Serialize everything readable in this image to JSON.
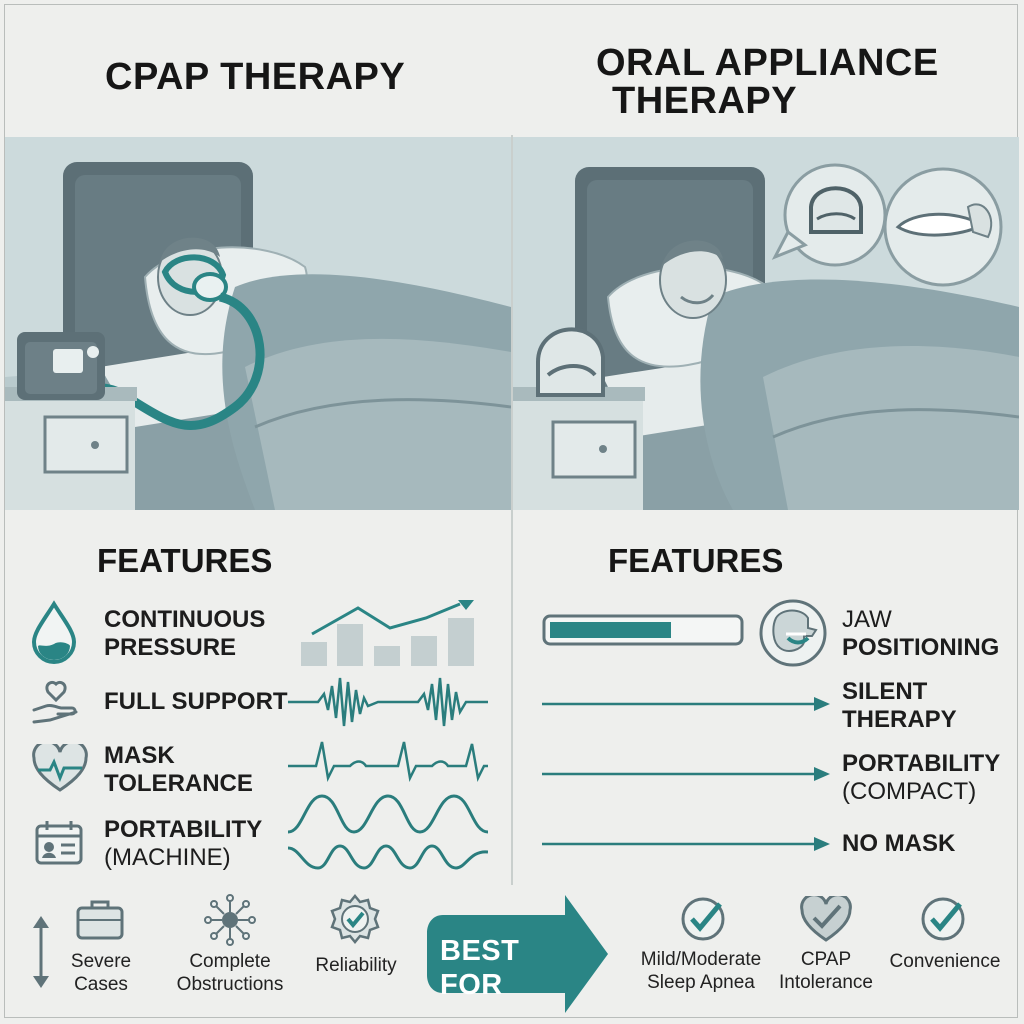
{
  "left": {
    "title": "CPAP THERAPY",
    "features_heading": "FEATURES",
    "features": [
      {
        "line1": "CONTINUOUS",
        "line2": "PRESSURE",
        "icon": "water-drop-icon"
      },
      {
        "line1": "FULL SUPPORT",
        "line2": "",
        "icon": "hand-heart-icon"
      },
      {
        "line1": "MASK",
        "line2": "TOLERANCE",
        "icon": "heart-pulse-icon"
      },
      {
        "line1": "PORTABILITY",
        "line2": "(MACHINE)",
        "icon": "calendar-id-icon"
      }
    ]
  },
  "right": {
    "title_line1": "ORAL APPLIANCE",
    "title_line2": "THERAPY",
    "features_heading": "FEATURES",
    "features": [
      {
        "line1": "JAW",
        "line2": "POSITIONING",
        "icon": "jaw-profile-icon"
      },
      {
        "line1": "SILENT",
        "line2": "THERAPY"
      },
      {
        "line1": "PORTABILITY",
        "line2": "(COMPACT)"
      },
      {
        "line1": "NO MASK",
        "line2": ""
      }
    ],
    "progress": 0.65
  },
  "bottom": {
    "best_for": "BEST FOR",
    "left_items": [
      {
        "label": "Severe\nCases",
        "icon": "briefcase-icon"
      },
      {
        "label": "Complete\nObstructions",
        "icon": "molecule-icon"
      },
      {
        "label": "Reliability",
        "icon": "check-gear-icon"
      }
    ],
    "right_items": [
      {
        "label": "Mild/Moderate\nSleep Apnea",
        "icon": "check-circle-icon"
      },
      {
        "label": "CPAP\nIntolerance",
        "icon": "heart-check-icon"
      },
      {
        "label": "Convenience",
        "icon": "check-circle-icon"
      }
    ]
  },
  "colors": {
    "teal": "#2a8585",
    "scene_bg": "#c9d8da",
    "dark_slate": "#5f7379",
    "line": "#2a7d7d"
  }
}
